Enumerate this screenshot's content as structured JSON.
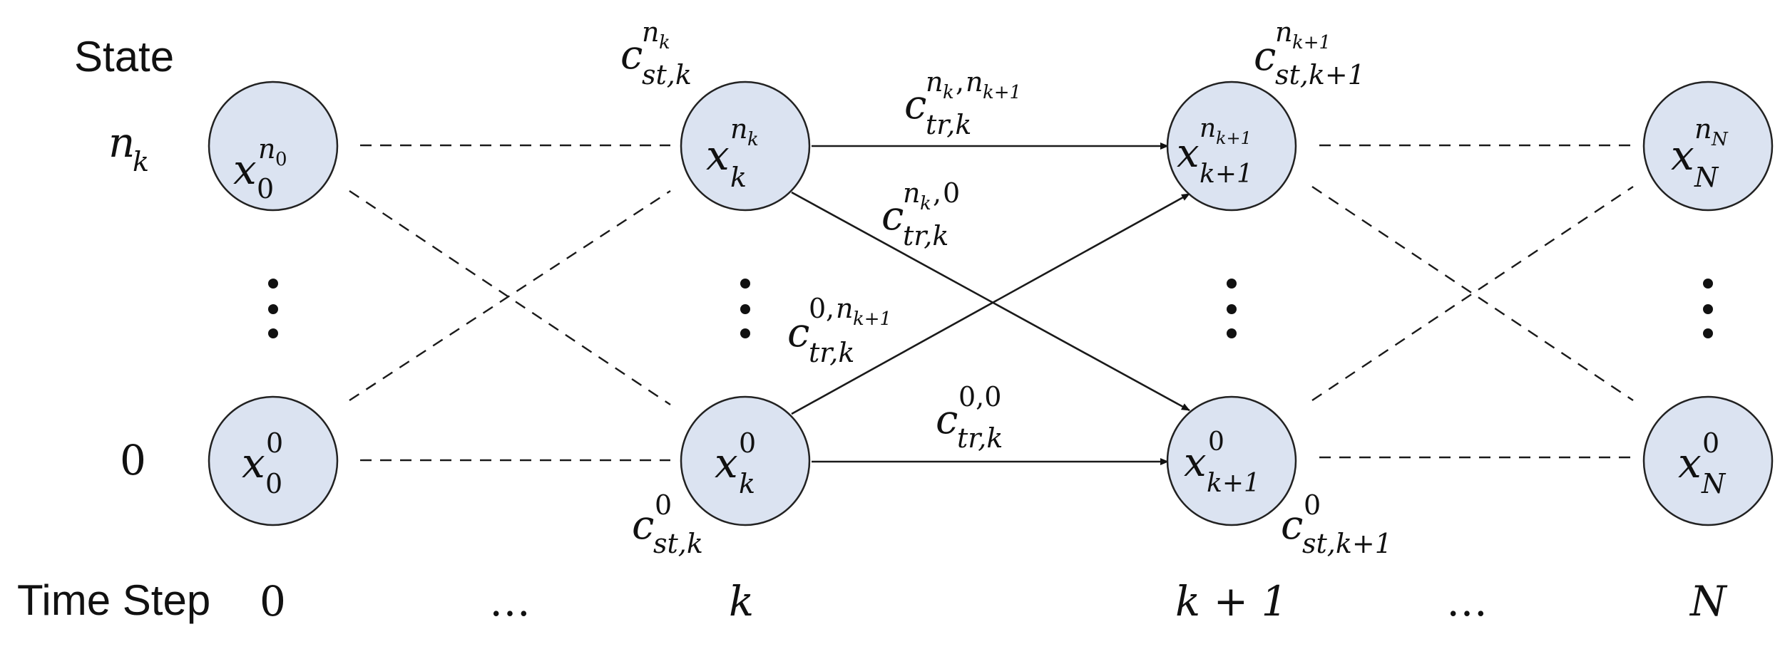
{
  "axes": {
    "state_title": "State",
    "timestep_title": "Time Step",
    "state_labels": {
      "top": "n",
      "top_sub": "k",
      "bottom": "0"
    },
    "timestep_labels": {
      "t0": "0",
      "ellipsis_left": "…",
      "tk": "k",
      "tk1": "k + 1",
      "ellipsis_right": "…",
      "tN": "N"
    }
  },
  "nodes": {
    "x0_top": {
      "base": "x",
      "sub": "0",
      "sup": "n",
      "sup_sub": "0"
    },
    "x0_bot": {
      "base": "x",
      "sub": "0",
      "sup": "0"
    },
    "xk_top": {
      "base": "x",
      "sub": "k",
      "sup": "n",
      "sup_sub": "k"
    },
    "xk_bot": {
      "base": "x",
      "sub": "k",
      "sup": "0"
    },
    "xk1_top": {
      "base": "x",
      "sub": "k+1",
      "sup": "n",
      "sup_sub": "k+1"
    },
    "xk1_bot": {
      "base": "x",
      "sub": "k+1",
      "sup": "0"
    },
    "xN_top": {
      "base": "x",
      "sub": "N",
      "sup": "n",
      "sup_sub": "N"
    },
    "xN_bot": {
      "base": "x",
      "sub": "N",
      "sup": "0"
    }
  },
  "cost_labels": {
    "c_st_k_top": {
      "base": "c",
      "sub": "st,k",
      "sup": "n",
      "sup_sub": "k"
    },
    "c_st_k_bot": {
      "base": "c",
      "sub": "st,k",
      "sup": "0"
    },
    "c_st_k1_top": {
      "base": "c",
      "sub": "st,k+1",
      "sup": "n",
      "sup_sub": "k+1"
    },
    "c_st_k1_bot": {
      "base": "c",
      "sub": "st,k+1",
      "sup": "0"
    },
    "c_tr_top_top": {
      "base": "c",
      "sub": "tr,k",
      "sup_a": "n",
      "sup_a_sub": "k",
      "sup_sep": ",",
      "sup_b": "n",
      "sup_b_sub": "k+1"
    },
    "c_tr_top_bot": {
      "base": "c",
      "sub": "tr,k",
      "sup_a": "n",
      "sup_a_sub": "k",
      "sup_sep": ",",
      "sup_b": "0"
    },
    "c_tr_bot_top": {
      "base": "c",
      "sub": "tr,k",
      "sup_a": "0",
      "sup_sep": ",",
      "sup_b": "n",
      "sup_b_sub": "k+1"
    },
    "c_tr_bot_bot": {
      "base": "c",
      "sub": "tr,k",
      "sup": "0,0"
    }
  },
  "colors": {
    "node_fill": "#dbe3f1",
    "stroke": "#1a1a1a"
  }
}
